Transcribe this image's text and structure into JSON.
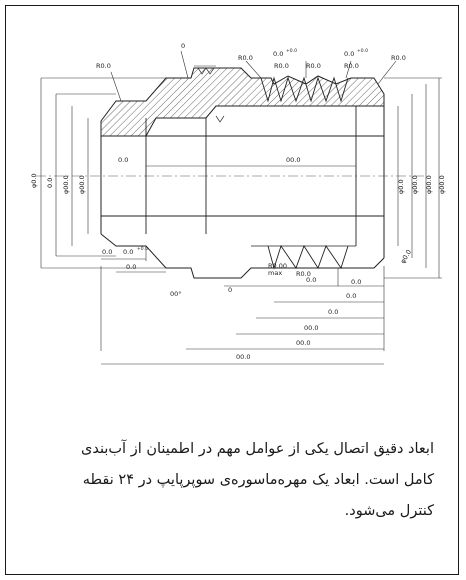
{
  "drawing": {
    "dim_labels": {
      "radius": "R0.0",
      "tol": "0.0",
      "tol_sup": "+0.0",
      "sup_050": "0.00",
      "zero": "0",
      "phi": "φ0.0",
      "dia_top": "φ00.0",
      "dia_mid": "φ00.0",
      "d1": "φ0.0",
      "d2": "00",
      "len_long": "00.0",
      "len_short": "0.0",
      "small": "0.0",
      "R_bottom": "R0.00",
      "max": "max",
      "ang": "00°"
    }
  },
  "caption": {
    "line1": "ابعاد دقیق اتصال یکی از عوامل مهم در اطمینان از آب‌بندی",
    "line2": "کامل است. ابعاد یک مهره‌ماسوره‌ی سوپرپایپ در ۲۴ نقطه",
    "line3": "کنترل می‌شود."
  }
}
